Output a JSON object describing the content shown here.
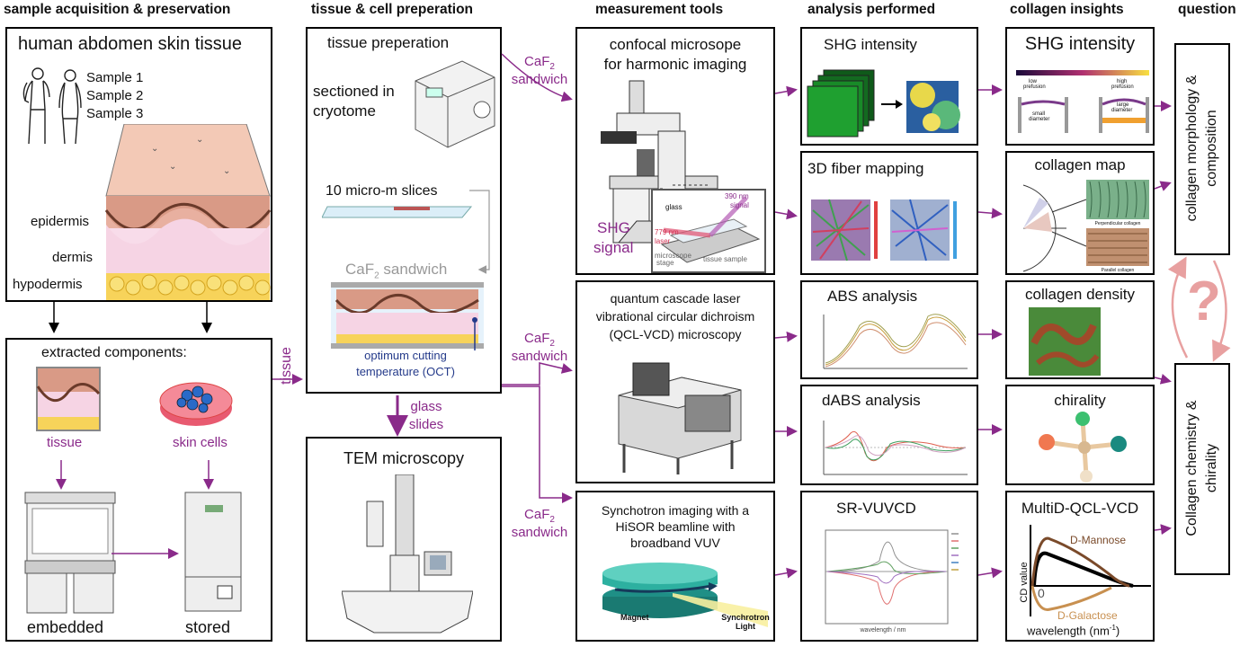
{
  "headers": {
    "col1": "sample acquisition & preservation",
    "col2": "tissue & cell preperation",
    "col3": "measurement tools",
    "col4": "analysis performed",
    "col5": "collagen insights",
    "col6": "question"
  },
  "sample_box": {
    "title": "human abdomen skin tissue",
    "samples": [
      "Sample 1",
      "Sample 2",
      "Sample 3"
    ],
    "layers": [
      "epidermis",
      "dermis",
      "hypodermis"
    ]
  },
  "extracted_box": {
    "title": "extracted components:",
    "tissue": "tissue",
    "skin_cells": "skin cells",
    "embedded": "embedded",
    "stored": "stored"
  },
  "tissue_arrow_label": "tissue",
  "tissue_prep_box": {
    "title": "tissue preperation",
    "sectioned": [
      "sectioned in",
      "cryotome"
    ],
    "slices": "10 micro-m slices",
    "caf2_sandwich": "CaF",
    "caf2_sandwich_sub": "2",
    "caf2_sandwich_rest": " sandwich",
    "oct": [
      "optimum cutting",
      "temperature (OCT)"
    ]
  },
  "glass_slides": [
    "glass",
    "slides"
  ],
  "tem_box": {
    "title": "TEM microscopy"
  },
  "sandwich_labels": {
    "caf": "CaF",
    "sub": "2",
    "word": "sandwich"
  },
  "confocal_box": {
    "title": [
      "confocal microsope",
      "for harmonic imaging"
    ],
    "shg": [
      "SHG",
      "signal"
    ],
    "inset": {
      "glass": "glass",
      "signal": [
        "390 nm",
        "signal"
      ],
      "laser": [
        "779 nm",
        "laser"
      ],
      "stage": [
        "microscope",
        "stage"
      ],
      "sample": "tissue sample"
    }
  },
  "qcl_box": {
    "title": [
      "quantum cascade laser",
      "vibrational circular dichroism",
      "(QCL-VCD) microscopy"
    ]
  },
  "synchrotron_box": {
    "title": [
      "Synchotron imaging with a",
      "HiSOR beamline with",
      "broadband VUV"
    ],
    "magnet": "Magnet",
    "light": [
      "Synchrotron",
      "Light"
    ]
  },
  "analysis": {
    "shg": "SHG intensity",
    "fiber": "3D fiber mapping",
    "abs": "ABS analysis",
    "dabs": "dABS analysis",
    "srvuvcd": "SR-VUVCD",
    "srvuvcd_xlabel": "wavelength / nm"
  },
  "insights": {
    "shg": "SHG intensity",
    "shg_labels": {
      "low": [
        "low",
        "prefusion"
      ],
      "small": [
        "small",
        "diameter"
      ],
      "high": [
        "high",
        "prefusion"
      ],
      "large": [
        "large",
        "diameter"
      ]
    },
    "map": "collagen map",
    "map_labels": {
      "perp": "Perpendicular collagen",
      "para": "Parallel collagen"
    },
    "density": "collagen density",
    "chirality": "chirality",
    "multid": "MultiD-QCL-VCD",
    "multid_mannose": "D-Mannose",
    "multid_galactose": "D-Galactose",
    "multid_ylabel": "CD value",
    "multid_xlabel": "wavelength (nm",
    "multid_xsup": "-1",
    "multid_xclose": ")",
    "multid_zero": "0"
  },
  "questions": {
    "q1": [
      "collagen morphology &",
      "composition"
    ],
    "q2": [
      "Collagen chemistry &",
      "chirality"
    ],
    "mark": "?"
  },
  "colors": {
    "arrow_purple": "#8a2a8a",
    "arrow_black": "#000000",
    "oct_blue": "#243a8a",
    "question_pink": "#e8a0a0"
  }
}
